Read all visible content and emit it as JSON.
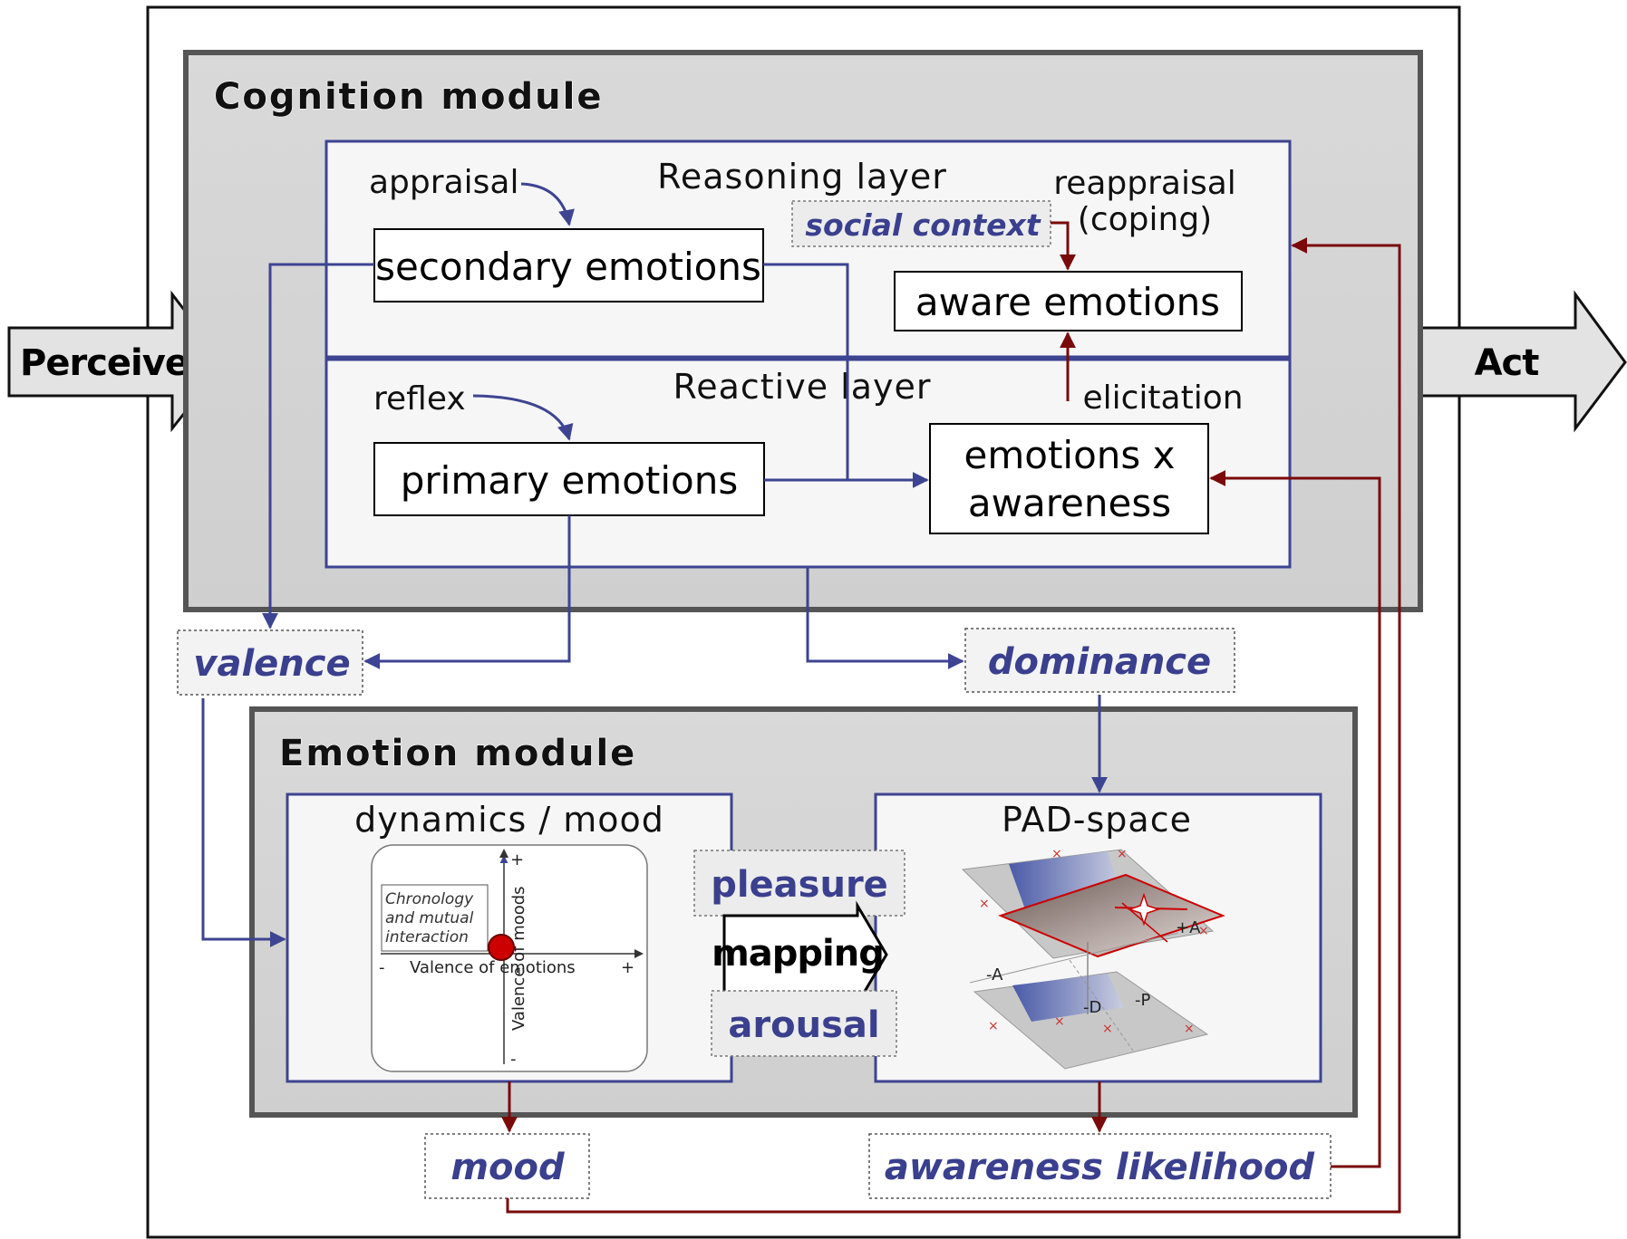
{
  "io": {
    "perceive": "Perceive",
    "act": "Act"
  },
  "cognition": {
    "title": "Cognition module",
    "reasoning": {
      "title": "Reasoning layer",
      "appraisal": "appraisal",
      "reappraisal": "reappraisal",
      "coping": "(coping)",
      "social_context": "social context",
      "secondary_emotions": "secondary emotions",
      "aware_emotions": "aware emotions"
    },
    "reactive": {
      "title": "Reactive layer",
      "reflex": "reflex",
      "elicitation": "elicitation",
      "primary_emotions": "primary emotions",
      "emotions_x": "emotions x",
      "awareness": "awareness"
    }
  },
  "variables": {
    "valence": "valence",
    "dominance": "dominance",
    "mood": "mood",
    "awareness_likelihood": "awareness likelihood"
  },
  "emotion": {
    "title": "Emotion module",
    "dynamics": {
      "title": "dynamics / mood",
      "inset_line1": "Chronology",
      "inset_line2": "and mutual",
      "inset_line3": "interaction",
      "x_axis": "Valence of  emotions",
      "y_axis": "Valence of moods",
      "plus": "+",
      "minus": "-"
    },
    "mapping": {
      "pleasure": "pleasure",
      "mapping": "mapping",
      "arousal": "arousal"
    },
    "pad": {
      "title": "PAD-space",
      "axis_a_pos": "+A",
      "axis_a_neg": "-A",
      "axis_p": "-P",
      "axis_d": "-D"
    }
  },
  "colors": {
    "blue": "#3d4491",
    "dark_red": "#7a0a0a",
    "module_fill": "#d6d6d6",
    "layer_fill": "#f6f6f6"
  }
}
